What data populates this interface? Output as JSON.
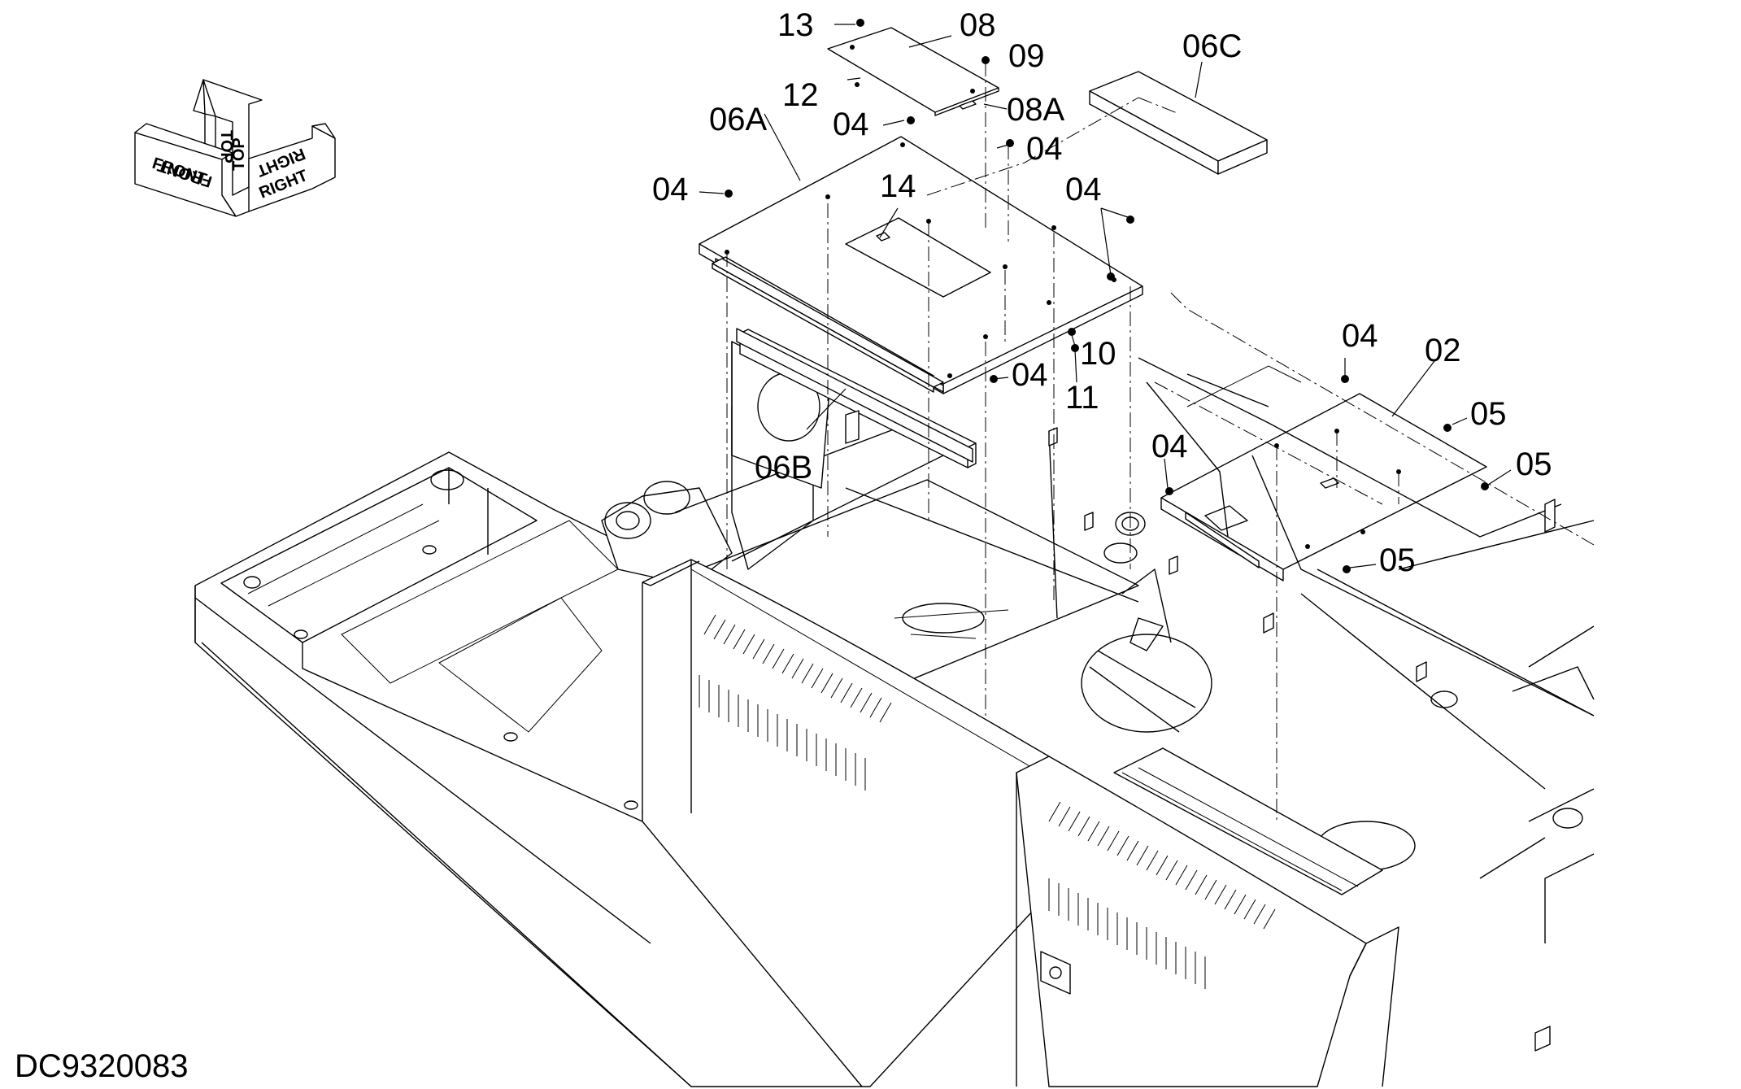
{
  "drawing_code": "DC9320083",
  "orientation_arrows": {
    "front": "FRONT",
    "top": "TOP",
    "right": "RIGHT"
  },
  "callouts": [
    {
      "id": "c13",
      "text": "13"
    },
    {
      "id": "c08",
      "text": "08"
    },
    {
      "id": "c09",
      "text": "09"
    },
    {
      "id": "c12",
      "text": "12"
    },
    {
      "id": "c08A",
      "text": "08A"
    },
    {
      "id": "c06C",
      "text": "06C"
    },
    {
      "id": "c06A",
      "text": "06A"
    },
    {
      "id": "c04a",
      "text": "04"
    },
    {
      "id": "c04b",
      "text": "04"
    },
    {
      "id": "c04c",
      "text": "04"
    },
    {
      "id": "c04d",
      "text": "04"
    },
    {
      "id": "c04e",
      "text": "04"
    },
    {
      "id": "c04f",
      "text": "04"
    },
    {
      "id": "c04g",
      "text": "04"
    },
    {
      "id": "c14",
      "text": "14"
    },
    {
      "id": "c10",
      "text": "10"
    },
    {
      "id": "c11",
      "text": "11"
    },
    {
      "id": "c06B",
      "text": "06B"
    },
    {
      "id": "c02",
      "text": "02"
    },
    {
      "id": "c05a",
      "text": "05"
    },
    {
      "id": "c05b",
      "text": "05"
    },
    {
      "id": "c05c",
      "text": "05"
    }
  ]
}
